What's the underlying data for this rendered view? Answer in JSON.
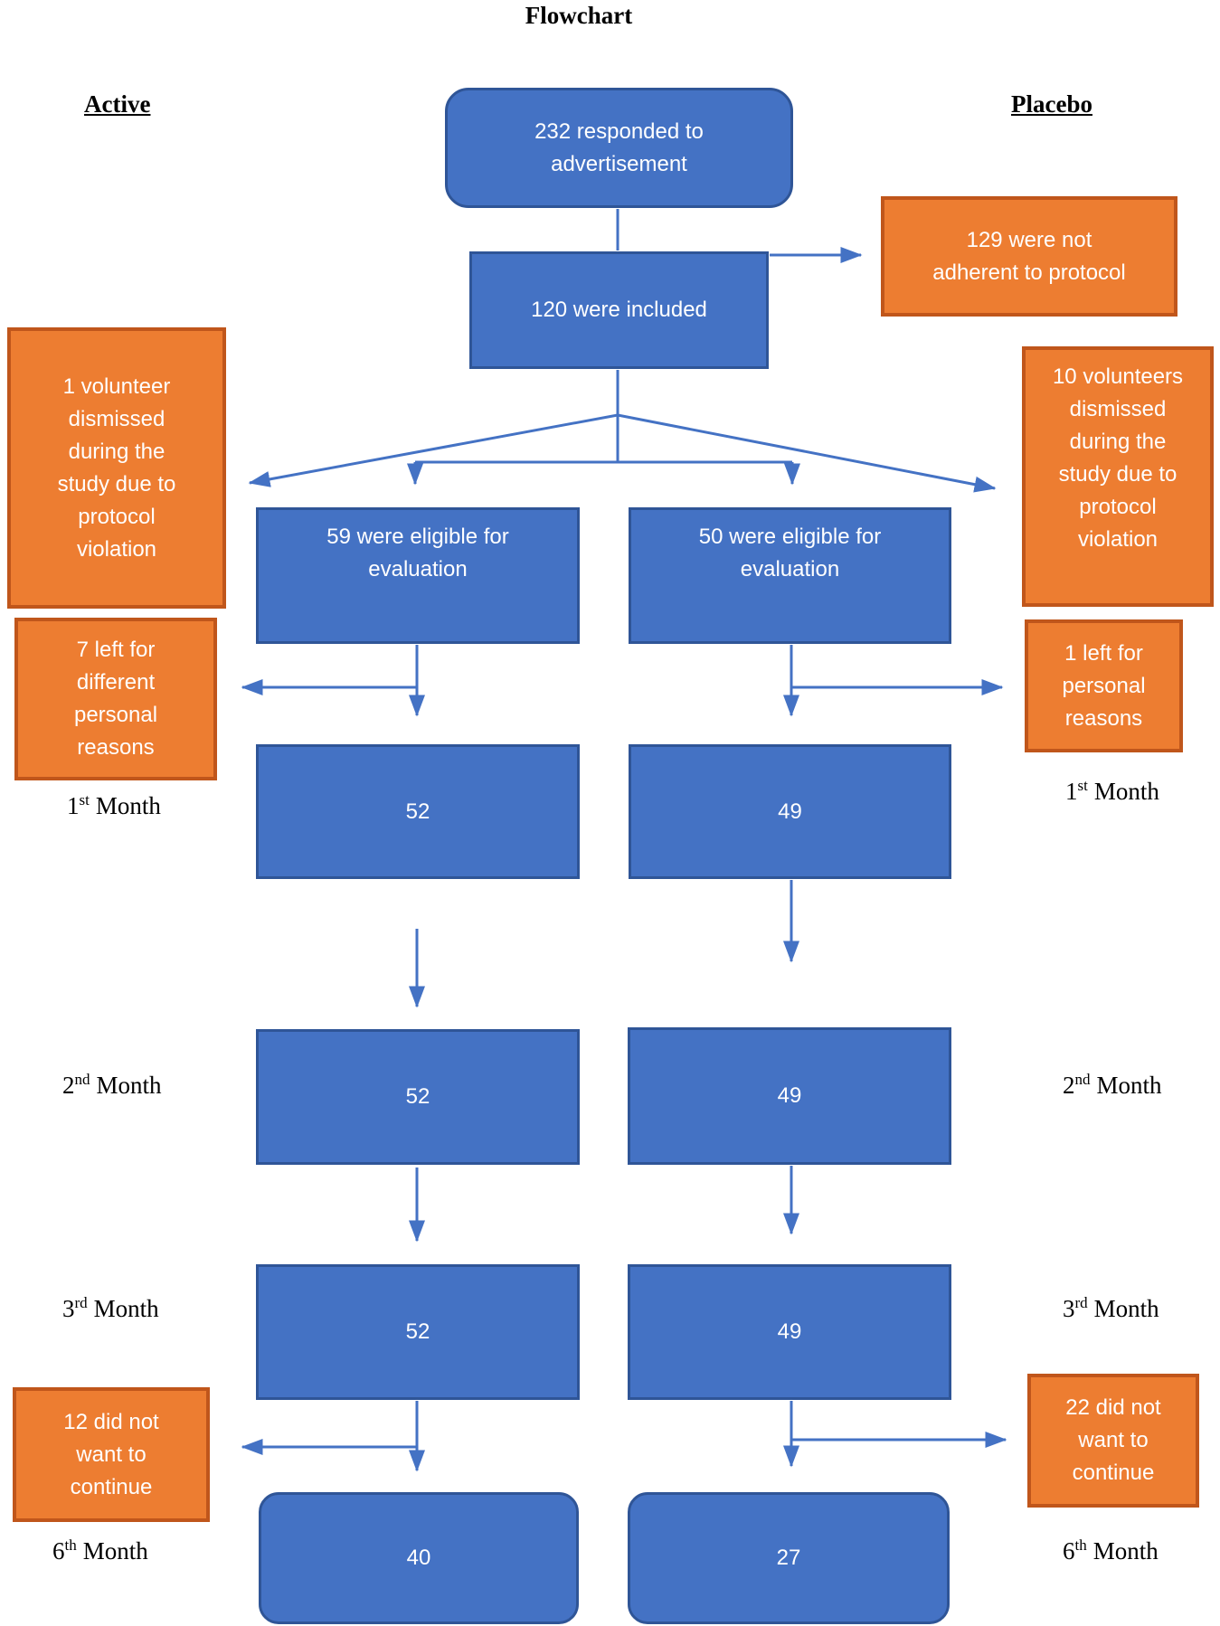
{
  "title": "Flowchart",
  "group_labels": {
    "active": "Active",
    "placebo": "Placebo"
  },
  "nodes": {
    "responded": "232 responded to\nadvertisement",
    "included": "120 were included",
    "not_adherent": "129 were not\nadherent to protocol",
    "active_dismissed": "1 volunteer\ndismissed\nduring the\nstudy due to\nprotocol\nviolation",
    "placebo_dismissed": "10 volunteers\ndismissed\nduring the\nstudy due to\nprotocol\nviolation",
    "active_eligible": "59 were eligible for\nevaluation",
    "placebo_eligible": "50 were eligible for\nevaluation",
    "active_left_reasons": "7 left for\ndifferent\npersonal\nreasons",
    "placebo_left_reasons": "1 left for\npersonal\nreasons",
    "active_month1": "52",
    "placebo_month1": "49",
    "active_month2": "52",
    "placebo_month2": "49",
    "active_month3": "52",
    "placebo_month3": "49",
    "active_dropout": "12 did not\nwant to\ncontinue",
    "placebo_dropout": "22 did not\nwant to\ncontinue",
    "active_month6": "40",
    "placebo_month6": "27"
  },
  "months": {
    "m1": {
      "num": "1",
      "ord": "st",
      "word": "Month"
    },
    "m2": {
      "num": "2",
      "ord": "nd",
      "word": "Month"
    },
    "m3": {
      "num": "3",
      "ord": "rd",
      "word": "Month"
    },
    "m6": {
      "num": "6",
      "ord": "th",
      "word": "Month"
    }
  },
  "colors": {
    "box_blue_fill": "#4472C4",
    "box_blue_border": "#2F5597",
    "box_orange_fill": "#ED7D31",
    "box_orange_border": "#C0561B",
    "arrow": "#4472C4",
    "text_light": "#FFFFFF",
    "text_dark": "#000000"
  }
}
